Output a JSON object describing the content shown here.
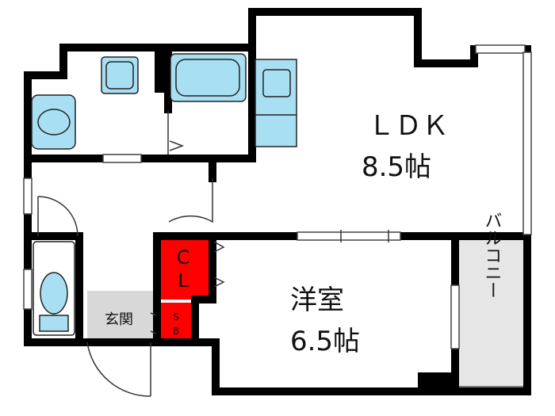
{
  "rooms": {
    "ldk": {
      "name": "ＬＤＫ",
      "size": "8.5帖"
    },
    "western": {
      "name": "洋室",
      "size": "6.5帖"
    },
    "closet": {
      "line1": "C",
      "line2": "L"
    },
    "entrance": {
      "name": "玄関"
    },
    "shoe_box": {
      "line1": "S",
      "line2": "B"
    },
    "balcony": {
      "name": "バルコニー"
    }
  },
  "colors": {
    "wall": "#000000",
    "fixture_fill": "#a8dff2",
    "fixture_stroke": "#222222",
    "storage_red": "#ff0000",
    "entrance_gray": "#d8d8d8",
    "balcony_gray": "#e6e6e6"
  }
}
